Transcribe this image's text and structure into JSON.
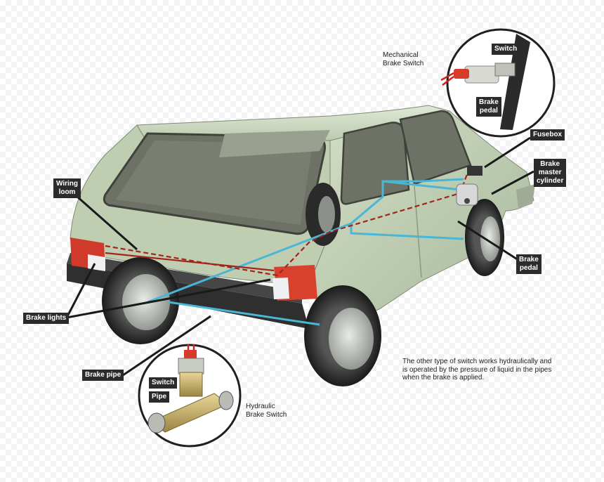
{
  "labels": {
    "mech_switch": "Switch",
    "mech_pedal": [
      "Brake",
      "pedal"
    ],
    "fusebox": "Fusebox",
    "master_cylinder": [
      "Brake",
      "master",
      "cylinder"
    ],
    "wiring_loom": [
      "Wiring",
      "loom"
    ],
    "brake_pedal": [
      "Brake",
      "pedal"
    ],
    "brake_lights": "Brake lights",
    "brake_pipe": "Brake pipe",
    "hyd_switch": "Switch",
    "pipe": "Pipe"
  },
  "captions": {
    "mechanical": [
      "Mechanical",
      "Brake Switch"
    ],
    "hydraulic": [
      "Hydraulic",
      "Brake Switch"
    ]
  },
  "note": "The other type of switch works hydraulically and is operated by the pressure of liquid in the pipes when the brake is applied.",
  "colors": {
    "wiring": "#a0261c",
    "brake_pipe": "#49b6d6",
    "body": "#c4d3b6",
    "label_bg": "#2b2b2b"
  }
}
